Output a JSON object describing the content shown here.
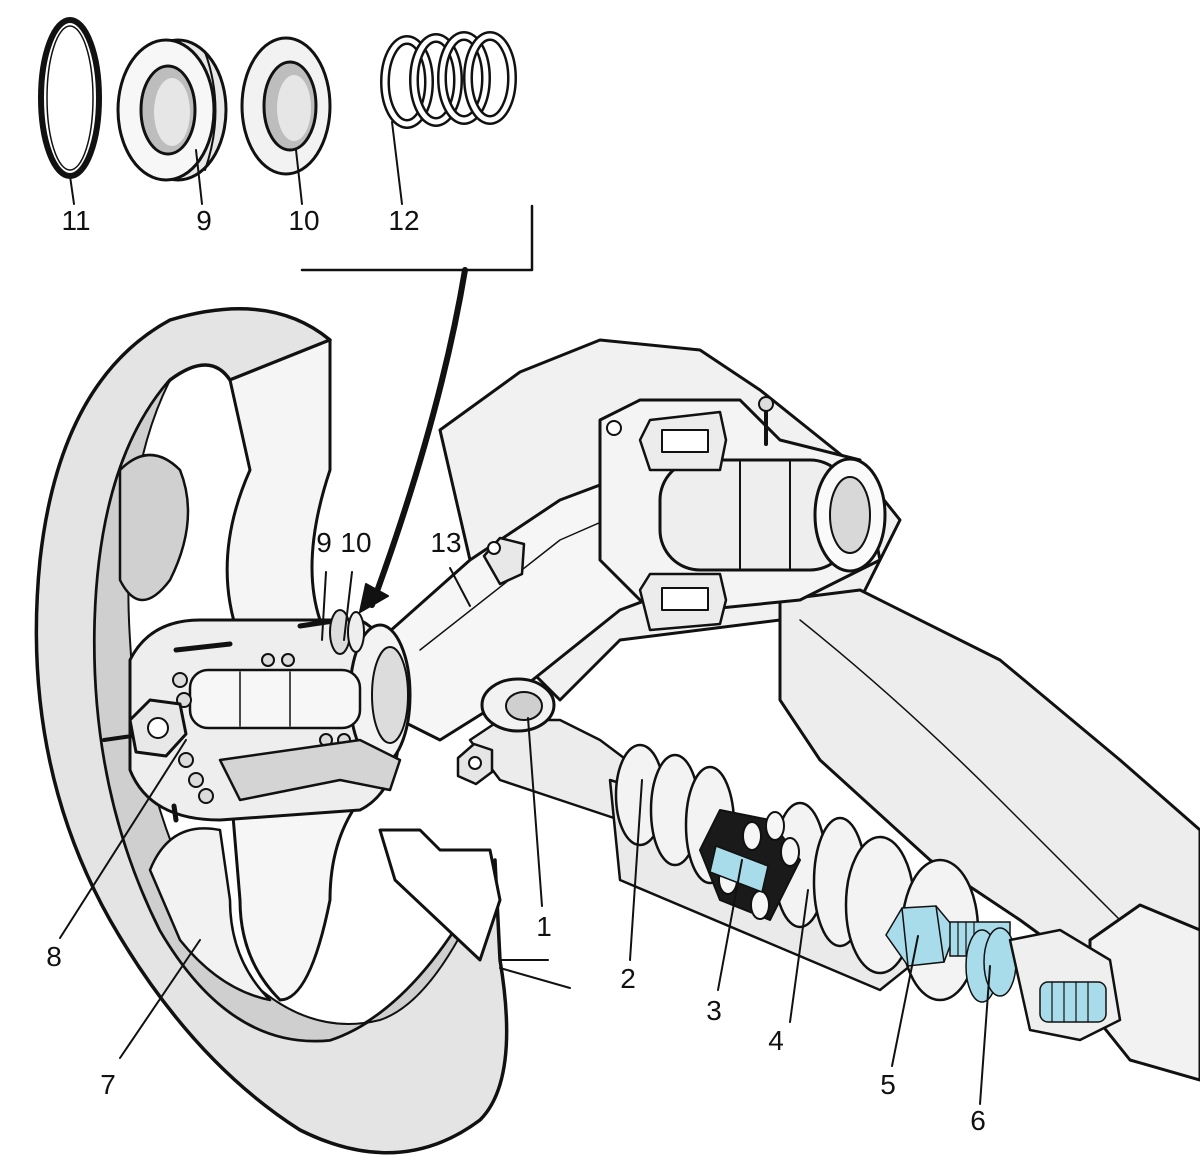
{
  "colors": {
    "ink": "#111111",
    "shade": "#d9d9d9",
    "light": "#f4f4f4",
    "mid": "#bdbdbd",
    "highlight": "#a9dcea"
  },
  "callouts": {
    "c11": "11",
    "c9_top": "9",
    "c10_top": "10",
    "c12": "12",
    "c9": "9",
    "c10": "10",
    "c13": "13",
    "c1": "1",
    "c2": "2",
    "c3": "3",
    "c4": "4",
    "c5": "5",
    "c6": "6",
    "c7": "7",
    "c8": "8"
  }
}
